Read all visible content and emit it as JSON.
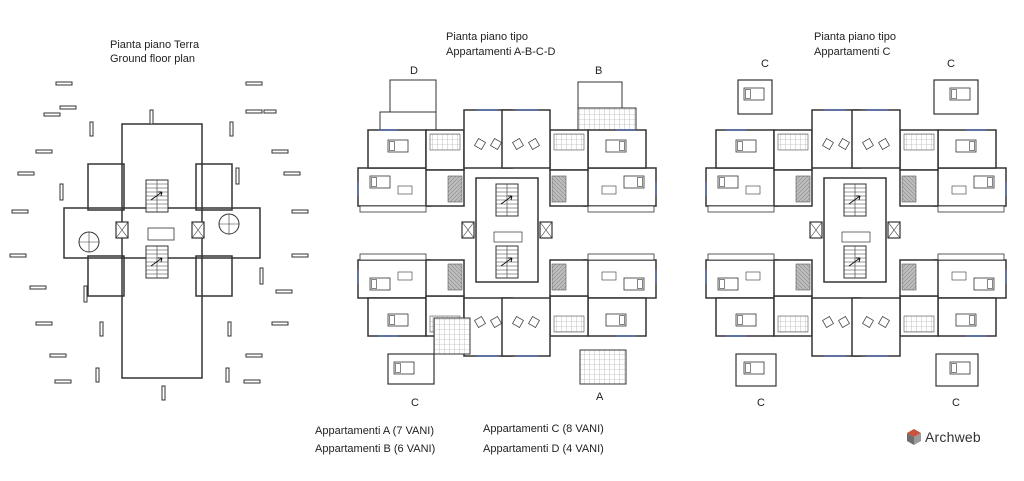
{
  "panels": {
    "ground": {
      "title_it": "Pianta piano Terra",
      "title_en": "Ground floor plan"
    },
    "typical_abcd": {
      "title": "Pianta piano tipo",
      "subtitle": "Appartamenti A-B-C-D"
    },
    "typical_c": {
      "title": "Pianta piano tipo",
      "subtitle": "Appartamenti C"
    }
  },
  "unit_tags": {
    "abcd": {
      "top_left": "D",
      "top_right": "B",
      "bottom_left": "C",
      "bottom_right": "A"
    },
    "c": {
      "top_left": "C",
      "top_right": "C",
      "bottom_left": "C",
      "bottom_right": "C"
    }
  },
  "legend": {
    "a": "Appartamenti A (7 VANI)",
    "b": "Appartamenti B (6 VANI)",
    "c": "Appartamenti C (8 VANI)",
    "d": "Appartamenti D (4 VANI)"
  },
  "brand": {
    "name": "Archweb"
  }
}
